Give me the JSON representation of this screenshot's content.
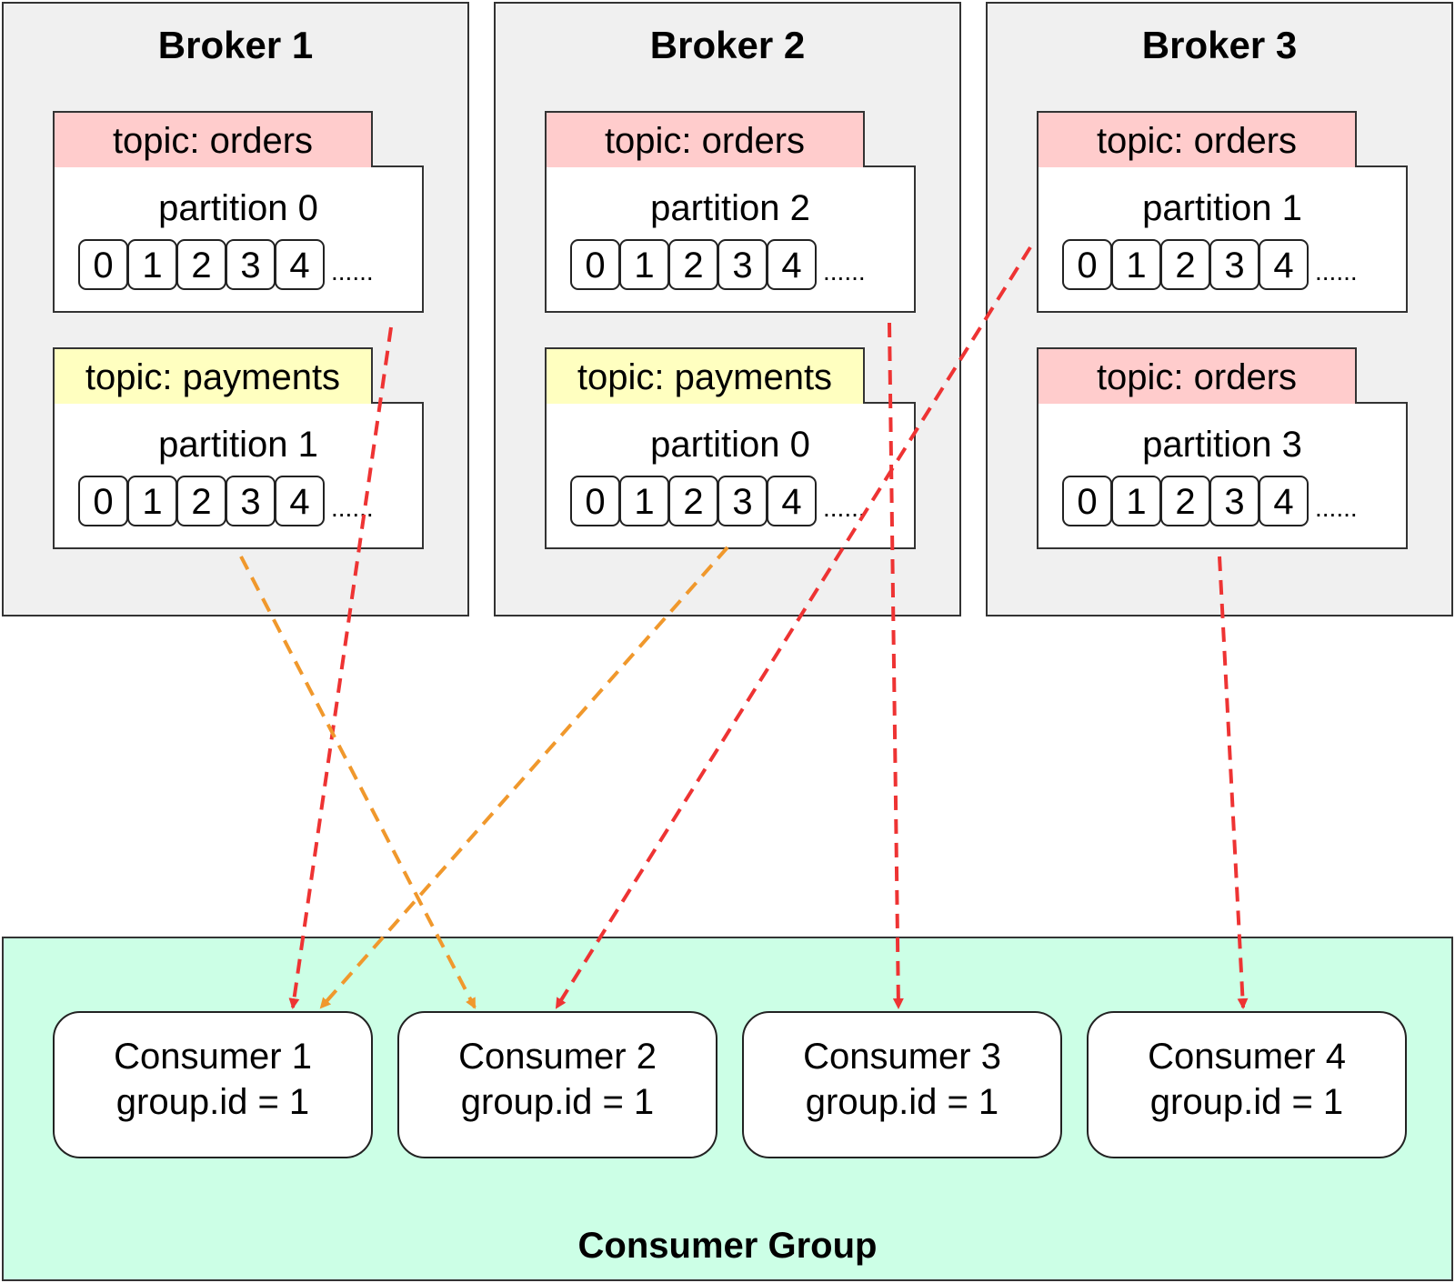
{
  "colors": {
    "broker_bg": "#f0f0f0",
    "topic_orders": "#ffcccc",
    "topic_payments": "#ffffc0",
    "consumer_group_bg": "#ccffe6",
    "arrow_orders": "#ee3333",
    "arrow_payments": "#f0982c"
  },
  "brokers": [
    {
      "title": "Broker 1",
      "partitions": [
        {
          "topic": "topic: orders",
          "kind": "orders",
          "label": "partition 0",
          "offsets": [
            "0",
            "1",
            "2",
            "3",
            "4"
          ],
          "more": "......"
        },
        {
          "topic": "topic: payments",
          "kind": "payments",
          "label": "partition 1",
          "offsets": [
            "0",
            "1",
            "2",
            "3",
            "4"
          ],
          "more": "......"
        }
      ]
    },
    {
      "title": "Broker 2",
      "partitions": [
        {
          "topic": "topic: orders",
          "kind": "orders",
          "label": "partition 2",
          "offsets": [
            "0",
            "1",
            "2",
            "3",
            "4"
          ],
          "more": "......"
        },
        {
          "topic": "topic: payments",
          "kind": "payments",
          "label": "partition 0",
          "offsets": [
            "0",
            "1",
            "2",
            "3",
            "4"
          ],
          "more": "......"
        }
      ]
    },
    {
      "title": "Broker 3",
      "partitions": [
        {
          "topic": "topic: orders",
          "kind": "orders",
          "label": "partition 1",
          "offsets": [
            "0",
            "1",
            "2",
            "3",
            "4"
          ],
          "more": "......"
        },
        {
          "topic": "topic: orders",
          "kind": "orders",
          "label": "partition 3",
          "offsets": [
            "0",
            "1",
            "2",
            "3",
            "4"
          ],
          "more": "......"
        }
      ]
    }
  ],
  "consumer_group": {
    "title": "Consumer Group",
    "consumers": [
      {
        "name": "Consumer 1",
        "group": "group.id = 1"
      },
      {
        "name": "Consumer 2",
        "group": "group.id = 1"
      },
      {
        "name": "Consumer 3",
        "group": "group.id = 1"
      },
      {
        "name": "Consumer 4",
        "group": "group.id = 1"
      }
    ]
  },
  "assignments": [
    {
      "from": "broker-1-orders-partition-0",
      "to": "consumer-1",
      "topic": "orders"
    },
    {
      "from": "broker-1-payments-partition-1",
      "to": "consumer-2",
      "topic": "payments"
    },
    {
      "from": "broker-2-orders-partition-2",
      "to": "consumer-3",
      "topic": "orders"
    },
    {
      "from": "broker-2-payments-partition-0",
      "to": "consumer-1",
      "topic": "payments"
    },
    {
      "from": "broker-3-orders-partition-1",
      "to": "consumer-2",
      "topic": "orders"
    },
    {
      "from": "broker-3-orders-partition-3",
      "to": "consumer-4",
      "topic": "orders"
    }
  ]
}
